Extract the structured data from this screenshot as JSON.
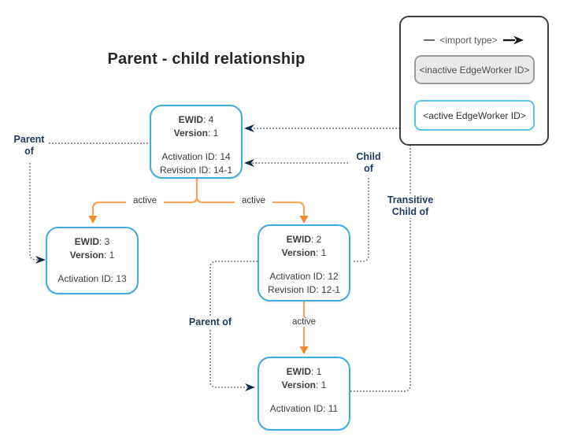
{
  "title": "Parent - child relationship",
  "legend": {
    "import_type": "<import type>",
    "inactive": "<inactive EdgeWorker ID>",
    "active": "<active EdgeWorker ID>"
  },
  "nodes": [
    {
      "ewid_label": "EWID",
      "ewid_value": ": 4",
      "version_label": "Version",
      "version_value": ": 1",
      "activation": "Activation ID: 14",
      "revision": "Revision ID: 14-1"
    },
    {
      "ewid_label": "EWID",
      "ewid_value": ": 3",
      "version_label": "Version",
      "version_value": ": 1",
      "activation": "Activation ID: 13"
    },
    {
      "ewid_label": "EWID",
      "ewid_value": ": 2",
      "version_label": "Version",
      "version_value": ": 1",
      "activation": "Activation ID: 12",
      "revision": "Revision ID: 12-1"
    },
    {
      "ewid_label": "EWID",
      "ewid_value": ": 1",
      "version_label": "Version",
      "version_value": ": 1",
      "activation": "Activation ID: 11"
    }
  ],
  "edge_labels": {
    "parent_of_top_line1": "Parent",
    "parent_of_top_line2": "of",
    "child_of_line1": "Child",
    "child_of_line2": "of",
    "transitive_line1": "Transitive",
    "transitive_line2": "Child of",
    "parent_of_mid": "Parent of",
    "active_left": "active",
    "active_right": "active",
    "active_bottom": "active"
  },
  "colors": {
    "node_border": "#41AADF",
    "active_arrow": "#F2A55B",
    "active_arrowhead": "#F6872A",
    "relation_label": "#1F3A63",
    "relation_arrowhead": "#0E2A47",
    "dotted_line": "#4A5560",
    "legend_border": "#3F3F3F",
    "inactive_fill": "#E9E9E9",
    "inactive_border": "#9B9B9B",
    "active_border": "#56C3E8"
  }
}
